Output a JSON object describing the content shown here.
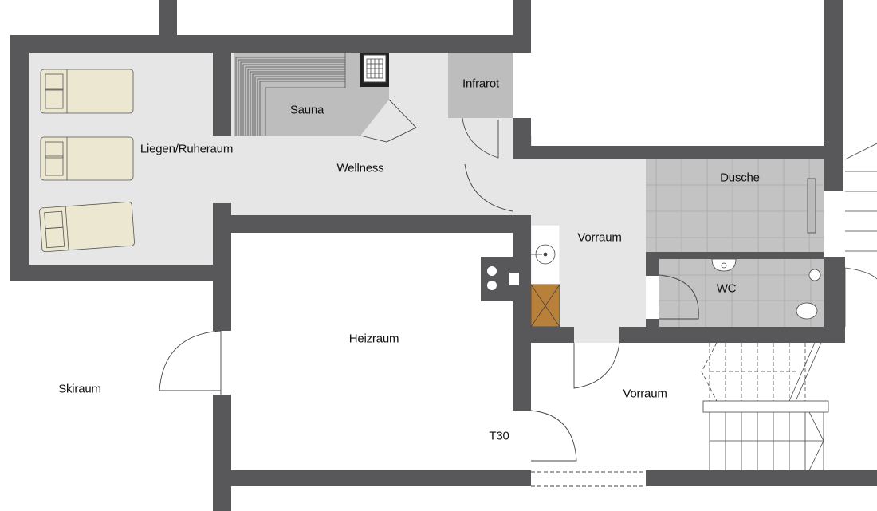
{
  "plan": {
    "rooms": {
      "liegen": "Liegen/Ruheraum",
      "sauna": "Sauna",
      "infrarot": "Infrarot",
      "wellness": "Wellness",
      "dusche": "Dusche",
      "vorraum_upper": "Vorraum",
      "wc": "WC",
      "heizraum": "Heizraum",
      "skiraum": "Skiraum",
      "vorraum_lower": "Vorraum",
      "t30": "T30"
    },
    "colors": {
      "wall": "#58585a",
      "floor": "#e6e6e6",
      "tile": "#c3c3c3",
      "cabin": "#bdbdbd",
      "bed": "#ece7d0",
      "cabinet": "#b88038"
    }
  }
}
